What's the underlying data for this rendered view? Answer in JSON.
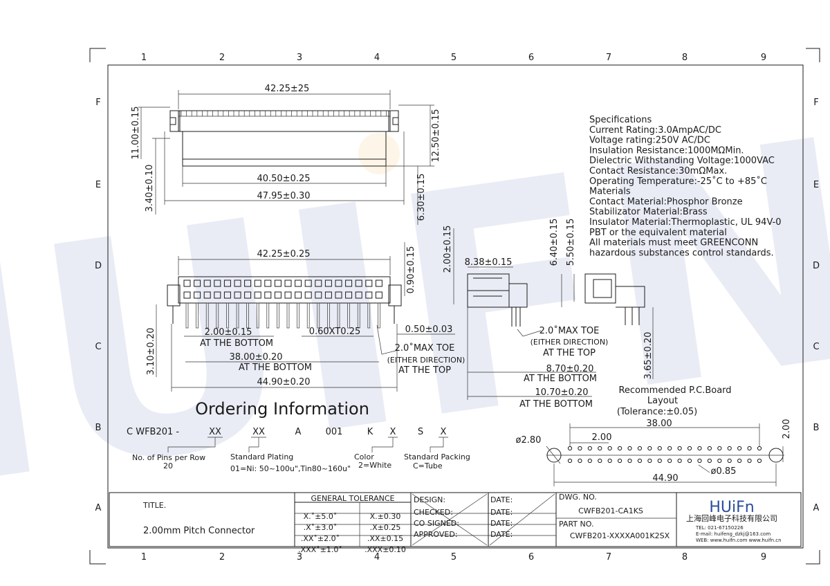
{
  "frame": {
    "columns": [
      "1",
      "2",
      "3",
      "4",
      "5",
      "6",
      "7",
      "8",
      "9"
    ],
    "rows": [
      "F",
      "E",
      "D",
      "C",
      "B",
      "A"
    ]
  },
  "watermark": "HUIFN",
  "dimensions": {
    "top_length": "42.25±25",
    "top_inner": "40.50±0.25",
    "top_overall": "47.95±0.30",
    "top_height_left": "11.00±0.15",
    "top_height_low": "3.40±0.10",
    "top_height_right": "12.50±0.15",
    "top_height_right2": "6.30±0.15",
    "front_length": "42.25±0.25",
    "front_pin_h": "0.90±0.15",
    "front_height": "3.10±0.20",
    "pitch": "2.00±0.15",
    "at_bottom_1": "AT THE BOTTOM",
    "pin_width": "0.60XT0.25",
    "pin_thk": "0.50±0.03",
    "front_38": "38.00±0.20",
    "at_bottom_2": "AT THE BOTTOM",
    "front_4490": "44.90±0.20",
    "toe_1": "2.0˚MAX TOE",
    "either_1": "(EITHER DIRECTION)",
    "at_top_1": "AT THE TOP",
    "side_2": "2.00±0.15",
    "side_838": "8.38±0.15",
    "toe_2": "2.0˚MAX TOE",
    "either_2": "(EITHER DIRECTION)",
    "at_top_2": "AT THE TOP",
    "side_870": "8.70±0.20",
    "at_bottom_3": "AT THE BOTTOM",
    "side_1070": "10.70±0.20",
    "at_bottom_4": "AT THE BOTTOM",
    "right_640": "6.40±0.15",
    "right_550": "5.50±0.15",
    "right_365": "3.65±0.20"
  },
  "specifications": [
    "Specifications",
    "Current Rating:3.0AmpAC/DC",
    "Voltage rating:250V AC/DC",
    "Insulation Resistance:1000MΩMin.",
    "Dielectric Withstanding Voltage:1000VAC",
    "Contact Resistance:30mΩMax.",
    "Operating Temperature:-25˚C to +85˚C",
    "Materials",
    "Contact Material:Phosphor Bronze",
    "Stabilizator Material:Brass",
    "Insulator Material:Thermoplastic, UL 94V-0",
    "PBT or the equivalent material",
    "All materials must meet GREENCONN",
    "hazardous substances control standards."
  ],
  "ordering": {
    "title": "Ordering Information",
    "code": [
      "C WFB201 -",
      "XX",
      "XX",
      "A",
      "001",
      "K",
      "X",
      "S",
      "X"
    ],
    "pins_label": "No. of Pins per Row",
    "pins_value": "20",
    "plating_label": "Standard Plating",
    "plating_value": "01=Ni: 50~100u\",Tin80~160u\"",
    "color_label": "Color",
    "color_value": "2=White",
    "packing_label": "Standard Packing",
    "packing_value": "C=Tube"
  },
  "pcb": {
    "title": "Recommended P.C.Board",
    "subtitle": "Layout",
    "tolerance": "(Tolerance:±0.05)",
    "dim_38": "38.00",
    "dim_2": "2.00",
    "dim_2v": "2.00",
    "dim_280": "ø2.80",
    "dim_085": "ø0.85",
    "dim_4490": "44.90"
  },
  "title_block": {
    "title_label": "TITLE.",
    "title_value": "2.00mm  Pitch  Connector",
    "tolerance_header": "GENERAL  TOLERANCE",
    "tol_rows": [
      [
        "X.˚±5.0˚",
        "X.±0.30"
      ],
      [
        ".X˚±3.0˚",
        ".X±0.25"
      ],
      [
        ".XX˚±2.0˚",
        ".XX±0.15"
      ],
      [
        ".XXX˚±1.0˚",
        ".XXX±0.10"
      ]
    ],
    "sign_labels": [
      "DESIGN:",
      "CHECKED:",
      "CO SIGNED:",
      "APPROVED:"
    ],
    "date_label": "DATE:",
    "dwg_label": "DWG. NO.",
    "dwg_value": "CWFB201-CA1KS",
    "part_label": "PART NO.",
    "part_value": "CWFB201-XXXXA001K2SX",
    "company_logo": "HUiFn",
    "company_name": "上海回峰电子科技有限公司",
    "tel": "TEL: 021-67150226",
    "email": "E-mail: huifeng_dzkj@163.com",
    "web": "WEB: www.huifn.com   www.huifn.cn"
  },
  "colors": {
    "ink": "#1a1a1a",
    "watermark_blue": "#2f4fa8",
    "watermark_orange": "#f5a623",
    "logo_blue": "#2b4c9b"
  }
}
